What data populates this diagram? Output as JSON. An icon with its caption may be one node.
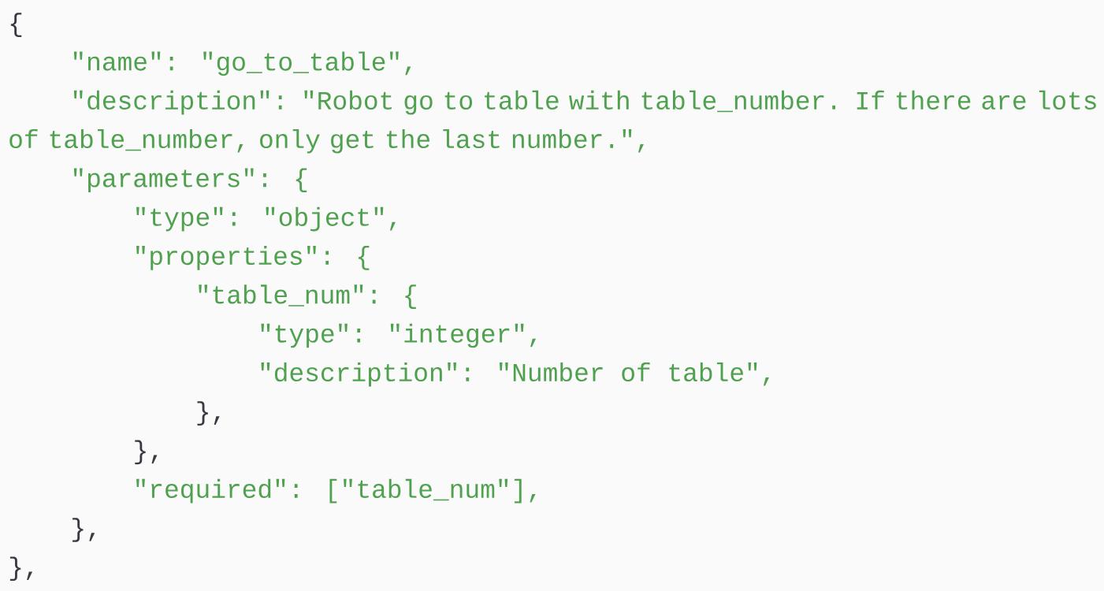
{
  "diagram": {
    "labels": [
      "{",
      "\"name\": \"go_to_table\",",
      "\"description\": \"Robot go to table with table_number. If there are lots of table_number, only get the last number.\",",
      "\"parameters\": {",
      "\"type\": \"object\",",
      "\"properties\": {",
      "\"table_num\": {",
      "\"type\": \"integer\",",
      "\"description\": \"Number of table\",",
      "},",
      "},",
      "\"required\": [\"table_num\"],",
      "},",
      "},"
    ]
  }
}
